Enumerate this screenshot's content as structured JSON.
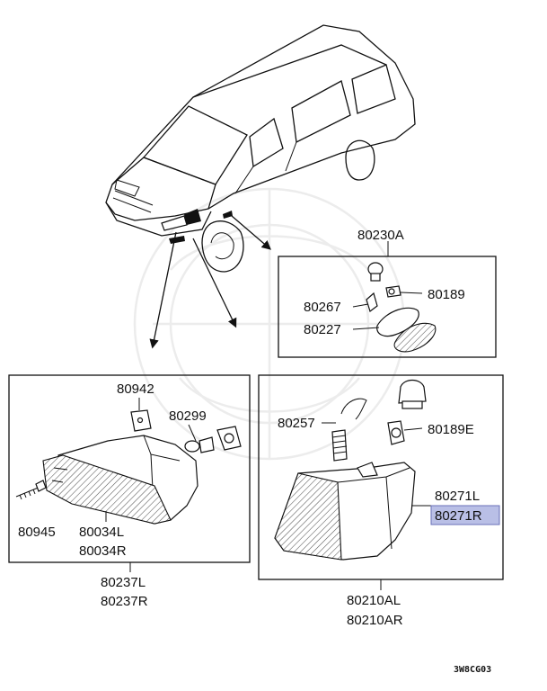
{
  "diagram": {
    "callouts": {
      "lamp_kit_top": "80230A",
      "socket_top": "80267",
      "bulb_top": "80189",
      "lens_top": "80227",
      "bracket_left": "80942",
      "bulb_left": "80299",
      "screw_left": "80945",
      "lens_left_l": "80034L",
      "lens_left_r": "80034R",
      "assy_left_l": "80237L",
      "assy_left_r": "80237R",
      "spring_right": "80257",
      "bulb_right": "80189E",
      "lens_right_l": "80271L",
      "lens_right_r": "80271R",
      "assy_right_l": "80210AL",
      "assy_right_r": "80210AR"
    },
    "highlight_color": "#b9bfe6",
    "diagram_code": "3W8CG03"
  }
}
